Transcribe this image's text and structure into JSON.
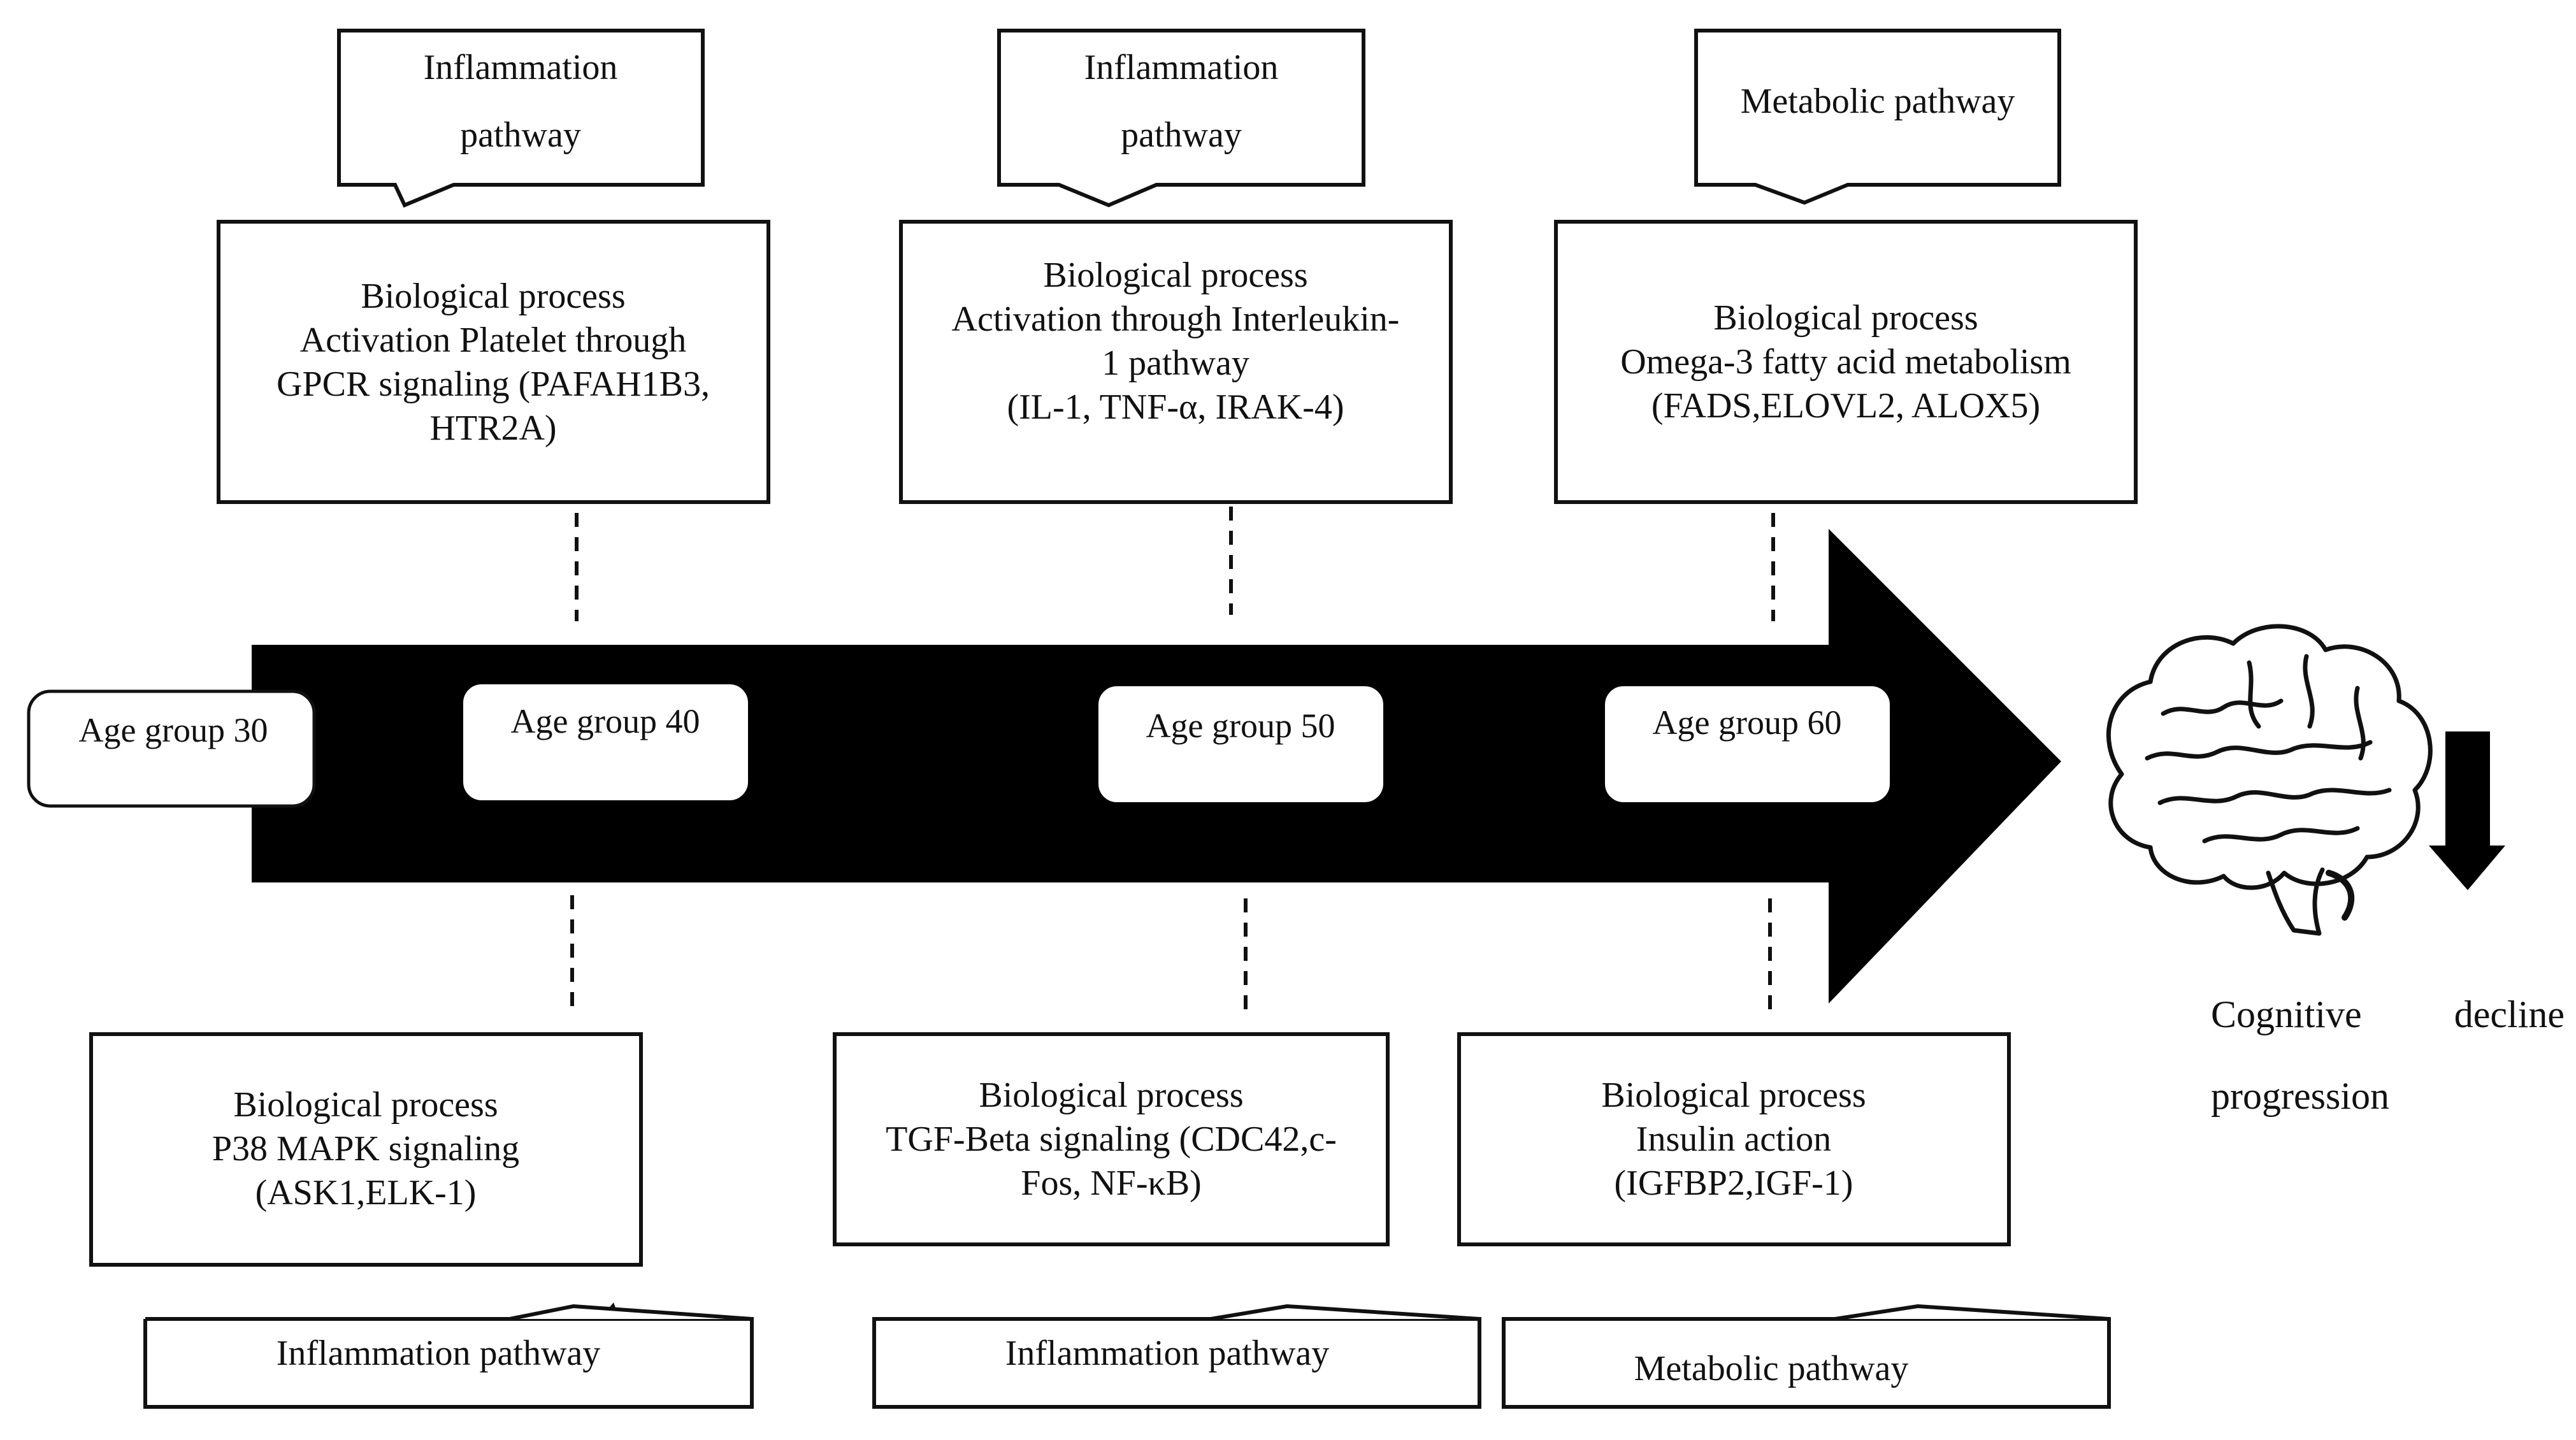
{
  "age_groups": [
    "Age group 30",
    "Age group 40",
    "Age group 50",
    "Age group 60"
  ],
  "top_pathways": [
    {
      "lines": [
        "Inflammation",
        "pathway"
      ]
    },
    {
      "lines": [
        "Inflammation",
        "pathway"
      ]
    },
    {
      "lines": [
        "Metabolic pathway"
      ]
    }
  ],
  "top_processes": [
    {
      "lines": [
        "Biological process",
        "Activation Platelet through",
        "GPCR signaling (PAFAH1B3,",
        "HTR2A)"
      ]
    },
    {
      "lines": [
        "Biological process",
        "Activation through Interleukin-",
        "1 pathway",
        "(IL-1, TNF-α, IRAK-4)"
      ]
    },
    {
      "lines": [
        "Biological process",
        "Omega-3 fatty acid metabolism",
        "(FADS,ELOVL2, ALOX5)"
      ]
    }
  ],
  "bottom_processes": [
    {
      "lines": [
        "Biological process",
        "P38 MAPK signaling",
        "(ASK1,ELK-1)"
      ]
    },
    {
      "lines": [
        "Biological process",
        "TGF-Beta signaling (CDC42,c-",
        "Fos, NF-κB)"
      ]
    },
    {
      "lines": [
        "Biological process",
        "Insulin action",
        "(IGFBP2,IGF-1)"
      ]
    }
  ],
  "bottom_pathways": [
    "Inflammation pathway",
    "Inflammation pathway",
    "Metabolic pathway"
  ],
  "outcome": {
    "word1": "Cognitive",
    "word2": "decline",
    "line2": "progression"
  },
  "icons": [
    "brain-icon",
    "down-arrow-icon"
  ]
}
